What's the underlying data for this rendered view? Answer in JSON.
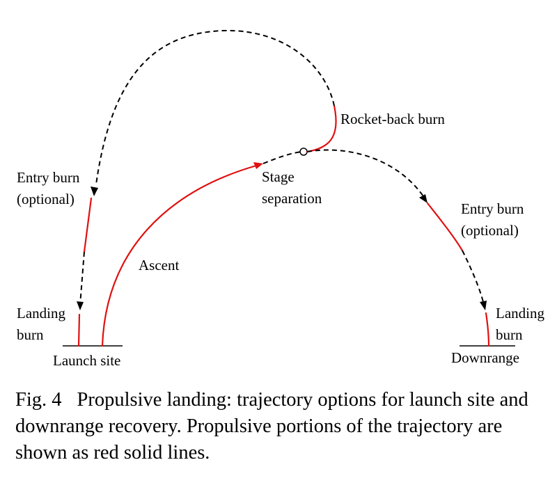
{
  "diagram": {
    "labels": {
      "rocket_back": "Rocket-back burn",
      "stage_sep_1": "Stage",
      "stage_sep_2": "separation",
      "ascent": "Ascent",
      "entry_left_1": "Entry burn",
      "entry_left_2": "(optional)",
      "entry_right_1": "Entry burn",
      "entry_right_2": "(optional)",
      "landing_left_1": "Landing",
      "landing_left_2": "burn",
      "landing_right_1": "Landing",
      "landing_right_2": "burn",
      "launch_site": "Launch site",
      "downrange": "Downrange"
    },
    "colors": {
      "propulsive": "#e01010",
      "coast": "#000000"
    }
  },
  "caption": {
    "figure_number": "Fig. 4",
    "text": "Propulsive landing: trajectory options for launch site and downrange recovery. Propulsive portions of the trajectory are shown as red solid lines."
  }
}
